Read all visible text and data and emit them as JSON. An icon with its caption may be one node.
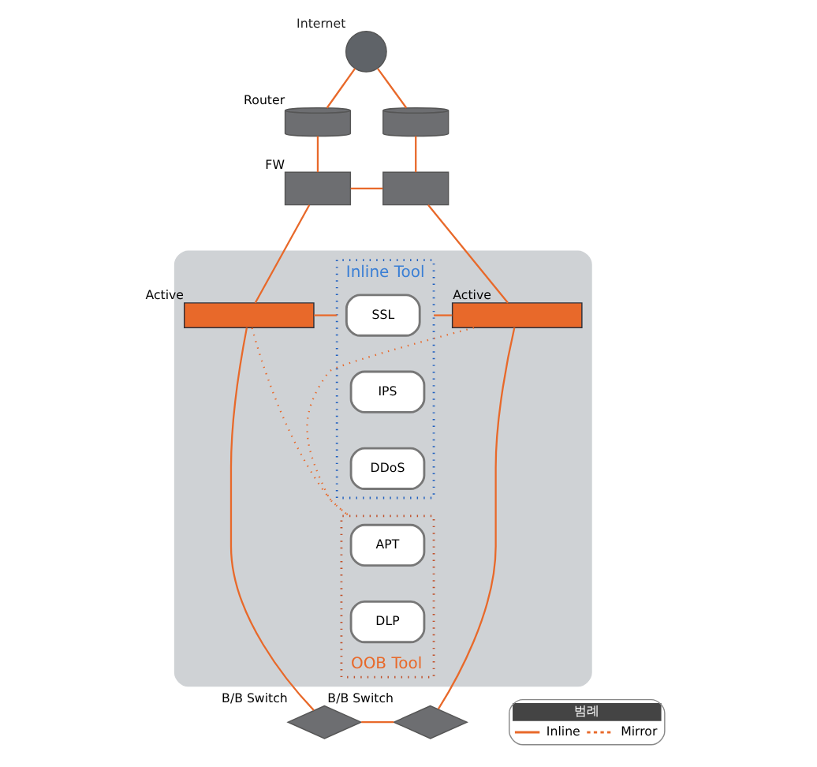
{
  "diagram": {
    "nodes": [
      {
        "text": [
          "Internet"
        ]
      },
      {
        "text": [
          "Router"
        ]
      },
      {
        "text": [],
        "shape": "cylinder"
      },
      {
        "text": [
          "FW"
        ]
      },
      {
        "text": [],
        "shape": "box"
      },
      {
        "text": [],
        "shape": "box"
      },
      {
        "text": [
          "Inline Tool"
        ],
        "in": 5
      },
      {
        "text": [
          "SSL"
        ],
        "in": 6
      },
      {
        "text": [
          "IPS"
        ],
        "in": 6
      },
      {
        "text": [
          "DDoS"
        ],
        "in": 6
      },
      {
        "text": [
          "Active"
        ],
        "in": 5
      },
      {
        "text": [
          "Active"
        ],
        "in": 5
      },
      {
        "text": [
          "OOB Tool"
        ],
        "in": 5
      },
      {
        "text": [
          "APT"
        ],
        "in": 12
      },
      {
        "text": [
          "DLP"
        ],
        "in": 12
      },
      {
        "text": [
          "B/B Switch"
        ]
      },
      {
        "text": [
          "B/B Switch"
        ]
      }
    ],
    "edges": [
      {
        "from": 0,
        "to": 1,
        "arrow": "none"
      },
      {
        "from": 0,
        "to": 2,
        "arrow": "none"
      },
      {
        "from": 1,
        "to": 3,
        "arrow": "none"
      },
      {
        "from": 2,
        "to": 4,
        "arrow": "none"
      },
      {
        "from": 3,
        "to": 4,
        "arrow": "none"
      },
      {
        "from": 3,
        "to": 10,
        "arrow": "none"
      },
      {
        "from": 4,
        "to": 11,
        "arrow": "none"
      },
      {
        "from": 10,
        "to": 6,
        "arrow": "none"
      },
      {
        "from": 11,
        "to": 6,
        "arrow": "none"
      },
      {
        "from": 10,
        "to": 12,
        "arrow": "none",
        "style": "dashed"
      },
      {
        "from": 11,
        "to": 12,
        "arrow": "none",
        "style": "dashed"
      },
      {
        "from": 10,
        "to": 15,
        "arrow": "none"
      },
      {
        "from": 11,
        "to": 16,
        "arrow": "none"
      },
      {
        "from": 15,
        "to": 16,
        "arrow": "none"
      }
    ],
    "labels": [
      "범례"
    ],
    "legend": [
      {
        "text": "Inline"
      },
      {
        "text": "Mirror"
      }
    ]
  }
}
